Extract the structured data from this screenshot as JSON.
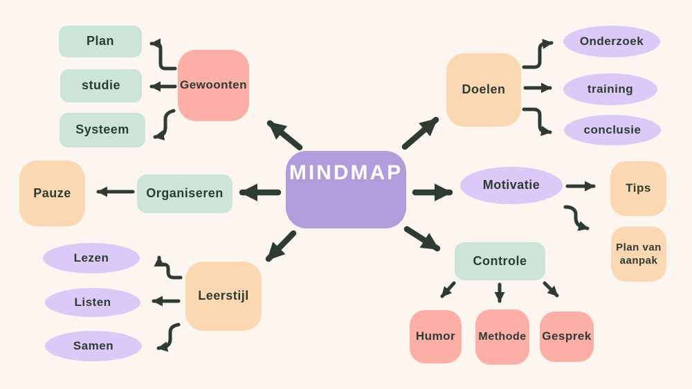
{
  "diagram": {
    "type": "mindmap",
    "background": "#fdf5ef",
    "ink": "#2e3b33",
    "palette": {
      "center_purple": "#b19ddc",
      "lilac": "#dcc9f7",
      "mint": "#cde4d9",
      "salmon": "#fcafa7",
      "peach": "#fbd8b2"
    },
    "center": {
      "label": "MINDMAP"
    },
    "nodes": {
      "gewoonten": "Gewoonten",
      "plan": "Plan",
      "studie": "studie",
      "systeem": "Systeem",
      "organiseren": "Organiseren",
      "pauze": "Pauze",
      "leerstijl": "Leerstijl",
      "lezen": "Lezen",
      "listen": "Listen",
      "samen": "Samen",
      "doelen": "Doelen",
      "onderzoek": "Onderzoek",
      "training": "training",
      "conclusie": "conclusie",
      "motivatie": "Motivatie",
      "tips": "Tips",
      "plan_van_aanpak": "Plan van aanpak",
      "controle": "Controle",
      "humor": "Humor",
      "methode": "Methode",
      "gesprek": "Gesprek"
    },
    "edges": [
      {
        "from": "MINDMAP",
        "to": "Gewoonten"
      },
      {
        "from": "MINDMAP",
        "to": "Organiseren"
      },
      {
        "from": "MINDMAP",
        "to": "Leerstijl"
      },
      {
        "from": "MINDMAP",
        "to": "Doelen"
      },
      {
        "from": "MINDMAP",
        "to": "Motivatie"
      },
      {
        "from": "MINDMAP",
        "to": "Controle"
      },
      {
        "from": "Gewoonten",
        "to": "Plan"
      },
      {
        "from": "Gewoonten",
        "to": "studie"
      },
      {
        "from": "Gewoonten",
        "to": "Systeem"
      },
      {
        "from": "Organiseren",
        "to": "Pauze"
      },
      {
        "from": "Leerstijl",
        "to": "Lezen"
      },
      {
        "from": "Leerstijl",
        "to": "Listen"
      },
      {
        "from": "Leerstijl",
        "to": "Samen"
      },
      {
        "from": "Doelen",
        "to": "Onderzoek"
      },
      {
        "from": "Doelen",
        "to": "training"
      },
      {
        "from": "Doelen",
        "to": "conclusie"
      },
      {
        "from": "Motivatie",
        "to": "Tips"
      },
      {
        "from": "Motivatie",
        "to": "Plan van aanpak"
      },
      {
        "from": "Controle",
        "to": "Humor"
      },
      {
        "from": "Controle",
        "to": "Methode"
      },
      {
        "from": "Controle",
        "to": "Gesprek"
      }
    ]
  }
}
